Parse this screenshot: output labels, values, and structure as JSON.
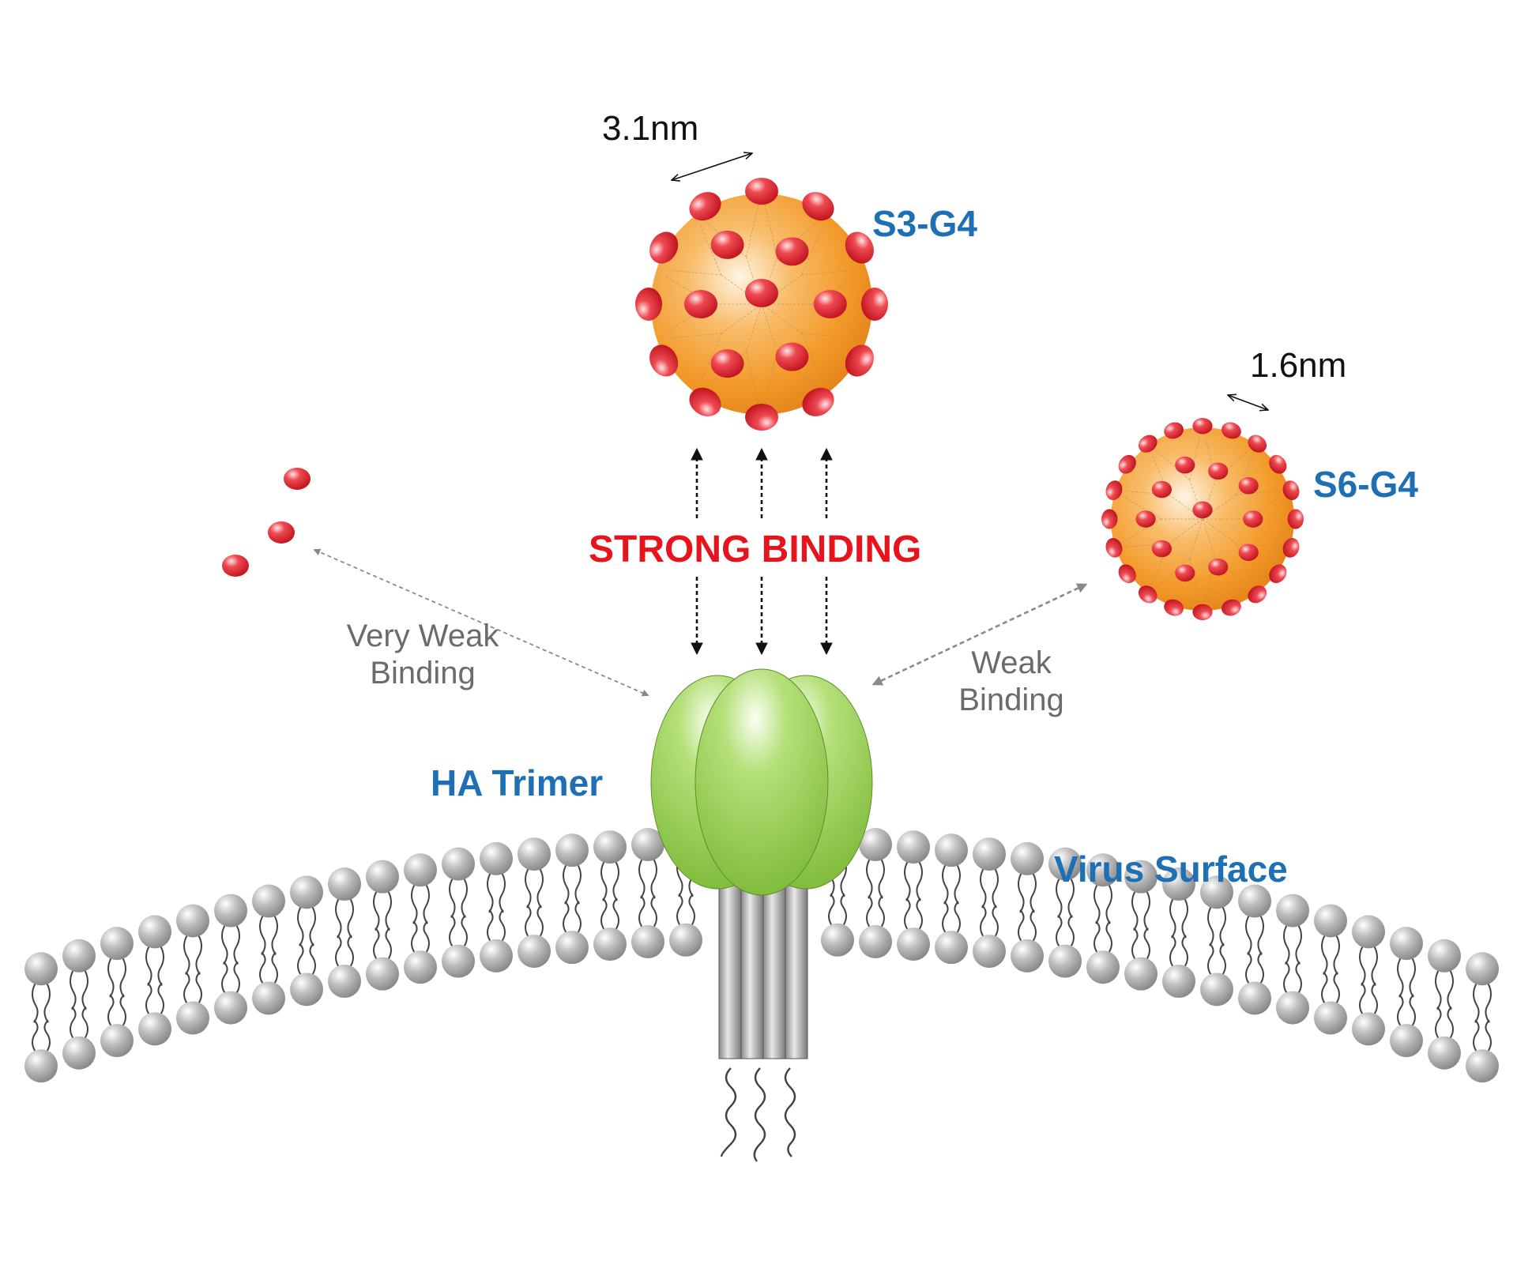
{
  "diagram": {
    "large_dendrimer": {
      "name": "S3-G4",
      "size_label": "3.1nm"
    },
    "small_dendrimer": {
      "name": "S6-G4",
      "size_label": "1.6nm"
    },
    "protein": {
      "name": "HA Trimer"
    },
    "membrane": {
      "name": "Virus Surface"
    },
    "interactions": {
      "strong": "STRONG BINDING",
      "weak_line1": "Weak",
      "weak_line2": "Binding",
      "very_weak_line1": "Very Weak",
      "very_weak_line2": "Binding"
    },
    "colors": {
      "dendrimer_core": "#f39a2a",
      "ligand": "#d8222e",
      "protein": "#8cc63f",
      "lipid_head": "#9a9a9a",
      "label_blue": "#1f6fb4",
      "strong_text": "#e8141c",
      "weak_text": "#6b6b6b"
    }
  }
}
